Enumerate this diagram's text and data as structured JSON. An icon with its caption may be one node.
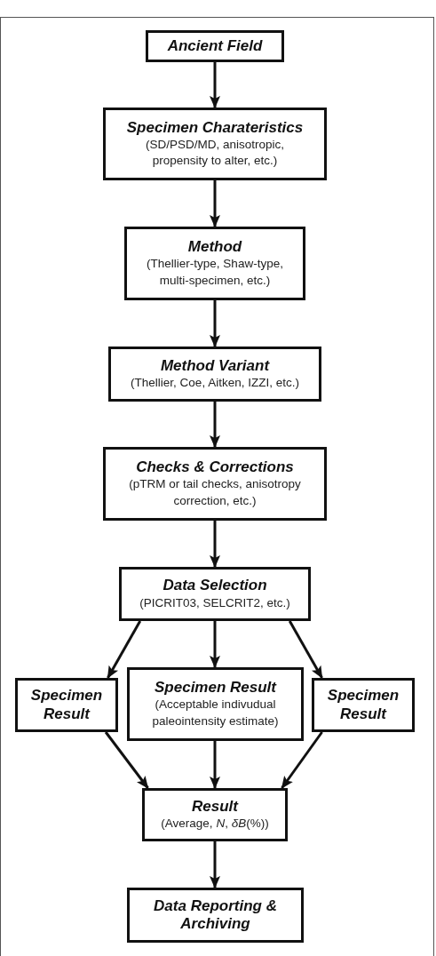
{
  "diagram": {
    "nodes": [
      {
        "text": [
          "Ancient Field"
        ]
      },
      {
        "text": [
          "Specimen Charateristics",
          "(SD/PSD/MD, anisotropic, propensity to alter, etc.)"
        ]
      },
      {
        "text": [
          "Method",
          "(Thellier-type, Shaw-type, multi-specimen, etc.)"
        ]
      },
      {
        "text": [
          "Method Variant",
          "(Thellier, Coe, Aitken, IZZI, etc.)"
        ]
      },
      {
        "text": [
          "Checks & Corrections",
          "(pTRM or tail checks, anisotropy correction, etc.)"
        ]
      },
      {
        "text": [
          "Data Selection",
          "(PICRIT03, SELCRIT2, etc.)"
        ]
      },
      {
        "text": [
          "Specimen Result"
        ]
      },
      {
        "text": [
          "Specimen Result",
          "(Acceptable indivudual paleointensity estimate)"
        ]
      },
      {
        "text": [
          "Specimen Result"
        ]
      },
      {
        "text": [
          "Result",
          "(Average, *N*, *δB*(%))"
        ]
      },
      {
        "text": [
          "Data Reporting & Archiving"
        ]
      }
    ],
    "edges": [
      {
        "from": 0,
        "to": 1,
        "arrow": "to"
      },
      {
        "from": 1,
        "to": 2,
        "arrow": "to"
      },
      {
        "from": 2,
        "to": 3,
        "arrow": "to"
      },
      {
        "from": 3,
        "to": 4,
        "arrow": "to"
      },
      {
        "from": 4,
        "to": 5,
        "arrow": "to"
      },
      {
        "from": 5,
        "to": 6,
        "arrow": "to"
      },
      {
        "from": 5,
        "to": 7,
        "arrow": "to"
      },
      {
        "from": 5,
        "to": 8,
        "arrow": "to"
      },
      {
        "from": 6,
        "to": 9,
        "arrow": "to"
      },
      {
        "from": 7,
        "to": 9,
        "arrow": "to"
      },
      {
        "from": 8,
        "to": 9,
        "arrow": "to"
      },
      {
        "from": 9,
        "to": 10,
        "arrow": "to"
      }
    ]
  }
}
